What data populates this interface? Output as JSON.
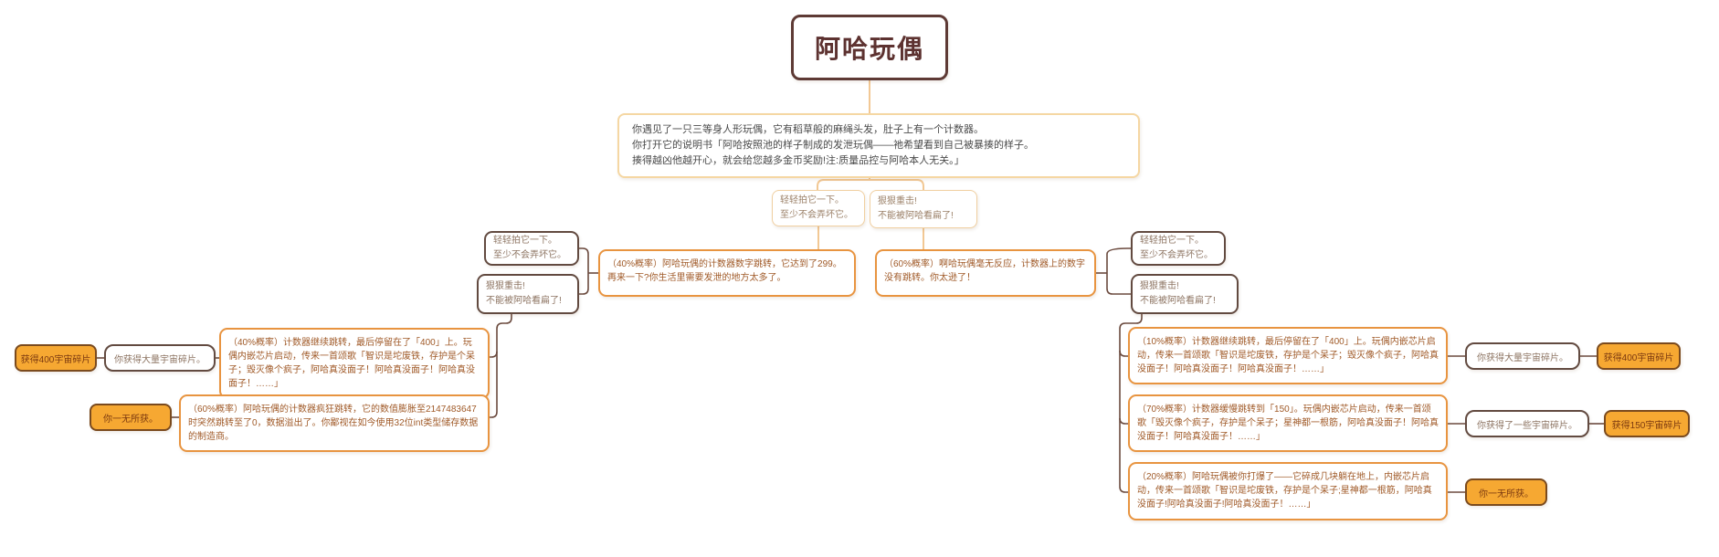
{
  "title": "阿哈玩偶",
  "description": {
    "line1": "你遇见了一只三等身人形玩偶，它有稻草般的麻绳头发，肚子上有一个计数器。",
    "line2": "你打开它的说明书「阿哈按照池的样子制成的发泄玩偶——祂希望看到自己被暴揍的样子。",
    "line3": "揍得越凶他越开心，就会给您越多金币奖励!注:质量品控与阿哈本人无关。」"
  },
  "choice_tap": {
    "line1": "轻轻拍它一下。",
    "line2": "至少不会弄坏它。"
  },
  "choice_smash": {
    "line1": "狠狠重击!",
    "line2": "不能被阿哈看扁了!"
  },
  "mid_outcomes": {
    "tap_40": "（40%概率）阿哈玩偶的计数器数字跳转，它达到了299。再来一下?你生活里需要发泄的地方太多了。",
    "smash_60": "（60%概率）啊哈玩偶毫无反应，计数器上的数字没有跳转。你太逊了！"
  },
  "left_branch": {
    "outcome_40": "（40%概率）计数器继续跳转，最后停留在了「400」上。玩偶内嵌芯片启动，传来一首颂歌「智识是坨废铁，存护是个呆子；毁灭像个疯子，阿哈真没面子！阿哈真没面子！阿哈真没面子！……」",
    "reward_text": "你获得大量宇宙碎片。",
    "reward_badge": "获得400宇宙碎片",
    "outcome_60": "（60%概率）阿哈玩偶的计数器疯狂跳转，它的数值膨胀至2147483647时突然跳转至了0，数据溢出了。你鄙视在如今使用32位int类型储存数据的制造商。",
    "none_badge": "你一无所获。"
  },
  "right_branch": {
    "outcome_10": "（10%概率）计数器继续跳转，最后停留在了「400」上。玩偶内嵌芯片启动，传来一首颂歌「智识是坨废铁，存护是个呆子；毁灭像个疯子，阿哈真没面子！阿哈真没面子！阿哈真没面子！……」",
    "reward_text": "你获得大量宇宙碎片。",
    "reward_badge": "获得400宇宙碎片",
    "outcome_70": "（70%概率）计数器缓慢跳转到「150」。玩偶内嵌芯片启动，传来一首颂歌「毁灭像个疯子，存护是个呆子；星神都一根筋，阿哈真没面子！阿哈真没面子！阿哈真没面子！……」",
    "some_text": "你获得了一些宇宙碎片。",
    "badge_150": "获得150宇宙碎片",
    "outcome_20": "（20%概率）阿哈玩偶被你打爆了——它碎成几块躺在地上，内嵌芯片启动，传来一首颂歌「智识是坨废铁，存护是个呆子;星神都一根筋，阿哈真没面子!阿哈真没面子!阿哈真没面子！……」",
    "none_badge": "你一无所获。"
  },
  "colors": {
    "title_border": "#5e3a35",
    "light_border": "#f0cfa0",
    "desc_border": "#f5d7a3",
    "outcome_border": "#e89440",
    "dark_border": "#624a40",
    "badge_fill": "#f6a832",
    "badge_border": "#7a4a1e",
    "badge_text": "#7c3a10",
    "outcome_text": "#a05a28",
    "choice_text": "#8d7462",
    "wire_light": "#f2c894",
    "wire_dark": "#6b4a3e"
  }
}
